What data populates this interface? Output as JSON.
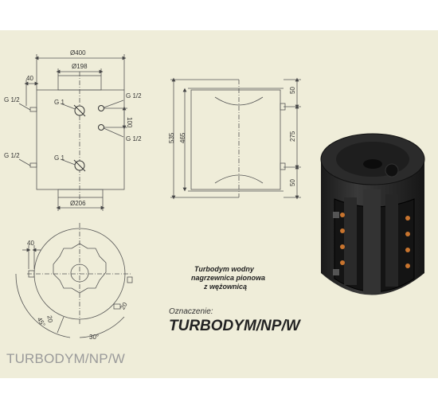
{
  "drawing": {
    "front_view": {
      "dim_diameter_top": "Ø400",
      "dim_diameter_inner": "Ø198",
      "dim_offset_left": "40",
      "dim_diameter_bottom": "Ø206",
      "dim_port_spacing": "100",
      "port_g1_top": "G 1",
      "port_g1_bottom": "G 1",
      "port_left_top": "G 1/2",
      "port_left_bottom": "G 1/2",
      "port_right_top": "G 1/2",
      "port_right_bottom": "G 1/2"
    },
    "side_view": {
      "dim_total_height": "535",
      "dim_body_height": "465",
      "dim_top_gap": "50",
      "dim_middle": "275",
      "dim_bottom_gap": "50"
    },
    "top_view": {
      "dim_offset": "40",
      "angle_45": "45°",
      "angle_30": "30°",
      "dim_20a": "20",
      "dim_20b": "20"
    },
    "description": [
      "Turbodym wodny",
      "nagrzewnica pionowa",
      "z wężownicą"
    ],
    "designation_label": "Oznaczenie:",
    "designation_code": "TURBODYM/NP/W"
  },
  "caption": "TURBODYM/NP/W",
  "colors": {
    "paper": "#efedd9",
    "line": "#555555",
    "render_dark": "#262626",
    "copper": "#c8742e"
  }
}
